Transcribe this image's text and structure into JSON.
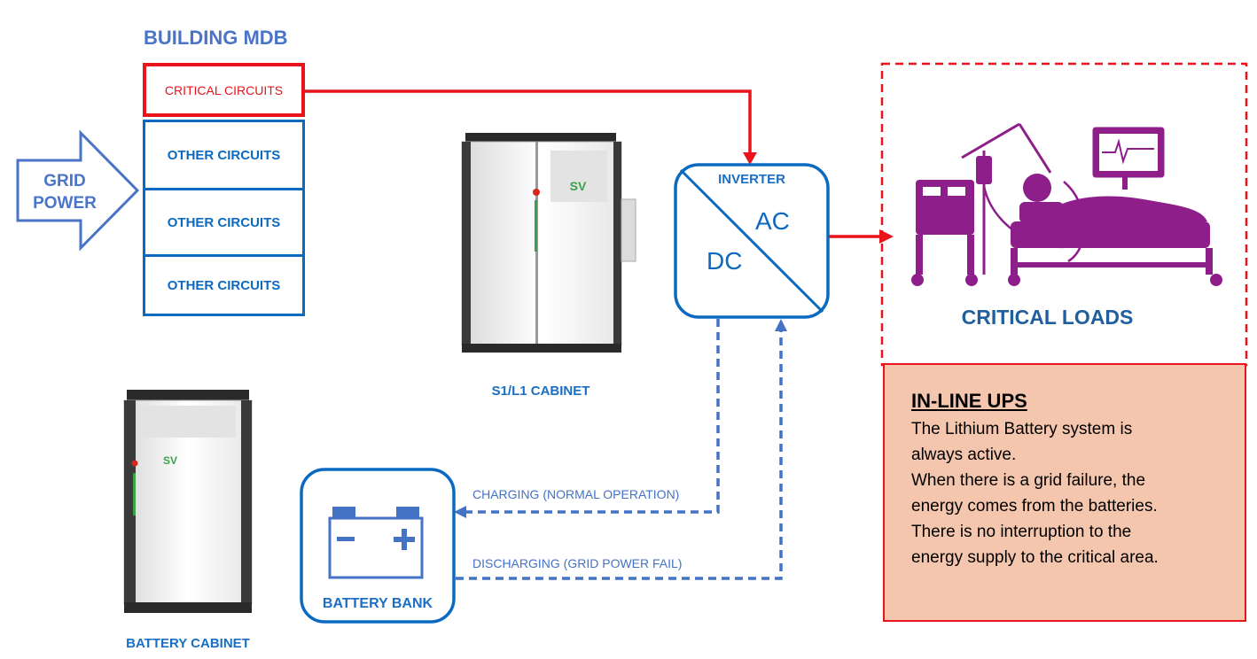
{
  "mdb": {
    "title": "BUILDING MDB",
    "critical": "CRITICAL CIRCUITS",
    "other_1": "OTHER CIRCUITS",
    "other_2": "OTHER CIRCUITS",
    "other_3": "OTHER CIRCUITS"
  },
  "grid": {
    "line1": "GRID",
    "line2": "POWER"
  },
  "inverter": {
    "title": "INVERTER",
    "ac": "AC",
    "dc": "DC"
  },
  "cabinet": {
    "s1_label": "S1/L1 CABINET",
    "battery_label": "BATTERY CABINET",
    "logo": "SV"
  },
  "battery_bank": {
    "label": "BATTERY BANK",
    "minus": "−",
    "plus": "+"
  },
  "flows": {
    "charging": "CHARGING (NORMAL OPERATION)",
    "discharging": "DISCHARGING (GRID POWER FAIL)"
  },
  "critical_loads": {
    "label": "CRITICAL LOADS"
  },
  "ups": {
    "title": "IN-LINE UPS",
    "text": "The Lithium Battery system is\nalways active.\nWhen there is a grid failure, the\nenergy comes from the batteries.\nThere is no interruption to the\nenergy supply to the critical area."
  },
  "colors": {
    "red": "#e8141a",
    "blue": "#0b6ac0",
    "dashed_blue": "#4472c4",
    "purple": "#8e1f8a",
    "panel": "#f5c6ae"
  }
}
